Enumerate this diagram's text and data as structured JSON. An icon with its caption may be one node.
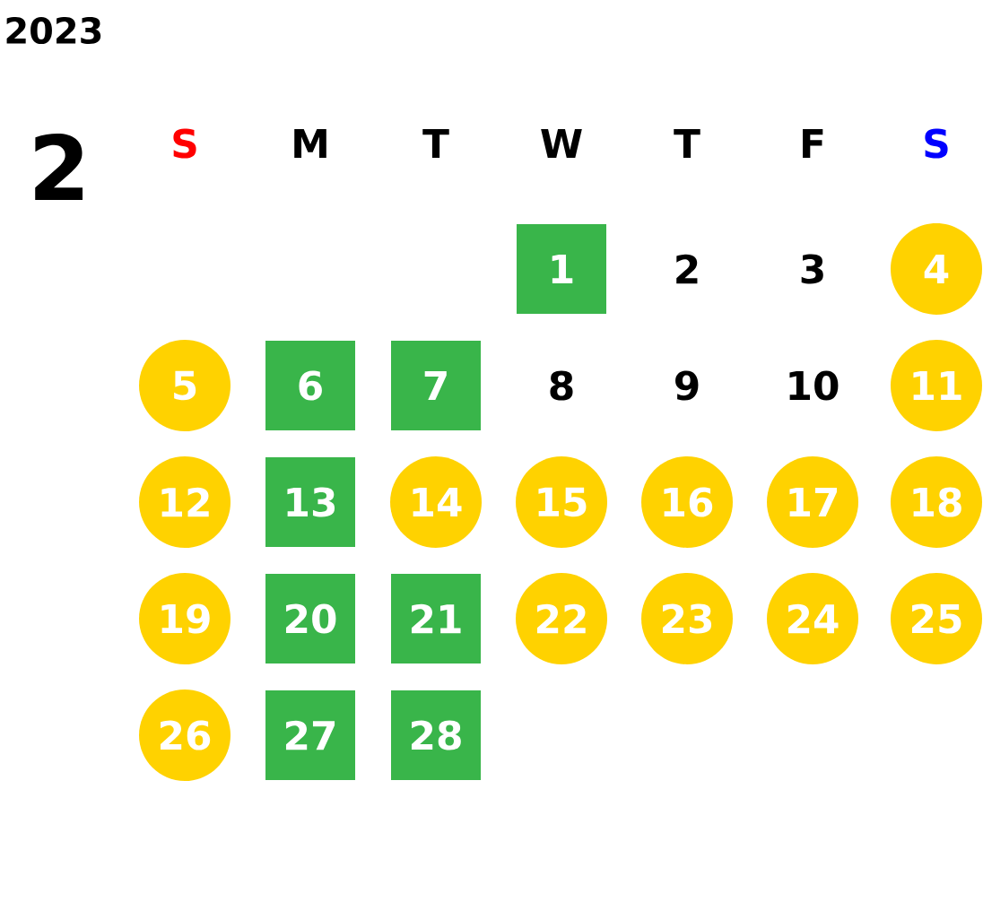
{
  "diagram": {
    "nodes": [
      {
        "text": [
          "1"
        ]
      },
      {
        "text": [
          "4"
        ]
      },
      {
        "text": [
          "5"
        ]
      },
      {
        "text": [
          "6"
        ]
      },
      {
        "text": [
          "7"
        ]
      },
      {
        "text": [
          "11"
        ]
      },
      {
        "text": [
          "12"
        ]
      },
      {
        "text": [
          "13"
        ]
      },
      {
        "text": [
          "14"
        ]
      },
      {
        "text": [
          "15"
        ]
      },
      {
        "text": [
          "16"
        ]
      },
      {
        "text": [
          "17"
        ]
      },
      {
        "text": [
          "18"
        ]
      },
      {
        "text": [
          "19"
        ]
      },
      {
        "text": [
          "20"
        ]
      },
      {
        "text": [
          "21"
        ]
      },
      {
        "text": [
          "22"
        ]
      },
      {
        "text": [
          "23"
        ]
      },
      {
        "text": [
          "24"
        ]
      },
      {
        "text": [
          "25"
        ]
      },
      {
        "text": [
          "26"
        ]
      },
      {
        "text": [
          "27"
        ]
      },
      {
        "text": [
          "28"
        ]
      }
    ],
    "labels": [
      "2023",
      "2",
      "S",
      "M",
      "T",
      "W",
      "T",
      "F",
      "S",
      "2",
      "3",
      "8",
      "9",
      "10"
    ]
  }
}
